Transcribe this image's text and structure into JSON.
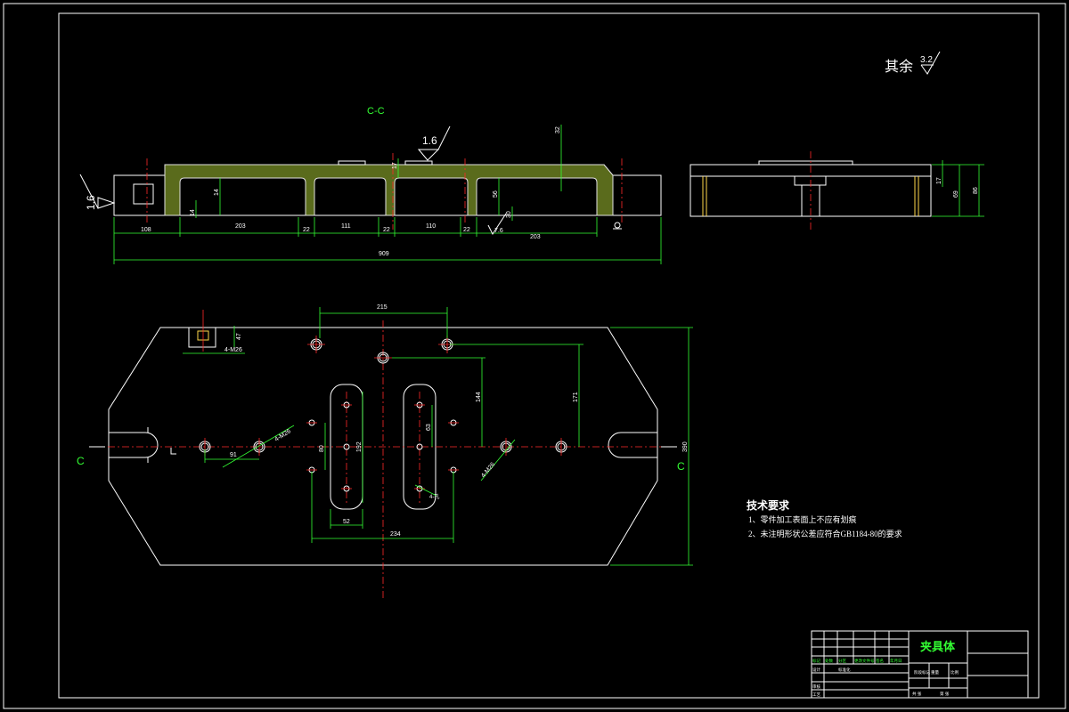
{
  "roughness_note": {
    "label": "其余",
    "value": "3.2"
  },
  "section_view": {
    "title": "C-C",
    "roughness_top": "1.6",
    "roughness_left": "1.6",
    "dims": {
      "d108": "108",
      "d203a": "203",
      "d22a": "22",
      "d111": "111",
      "d22b": "22",
      "d110": "110",
      "d22c": "22",
      "d203b": "203",
      "total": "909",
      "h32": "32",
      "h14": "14",
      "h56": "56",
      "h14b": "14",
      "h30": "30",
      "h17": "17",
      "rough_bottom": "7.6"
    }
  },
  "side_view": {
    "dims": {
      "h17": "17",
      "h69": "69",
      "h86": "86"
    }
  },
  "plan_view": {
    "section_mark_left": "C",
    "section_mark_right": "C",
    "dims": {
      "d215": "215",
      "d47": "47",
      "thread_top": "4-M26",
      "d171": "171",
      "d144": "144",
      "d390": "390",
      "d91": "91",
      "thread_left": "4-M26",
      "d80": "80",
      "d192": "192",
      "d63": "63",
      "d52": "52",
      "d234": "234",
      "thread_right": "4-M26",
      "hole_note": "4-孔"
    }
  },
  "technical_requirements": {
    "title": "技术要求",
    "items": [
      "1、零件加工表面上不应有划痕",
      "2、未注明形状公差应符合GB1184-80的要求"
    ]
  },
  "title_block": {
    "part_name": "夹具体",
    "small_labels": [
      "标记",
      "处数",
      "分区",
      "更改文件号",
      "签名",
      "年月日",
      "设计",
      "标准化",
      "审核",
      "工艺",
      "阶段标记",
      "重量",
      "比例",
      "共 张",
      "第 张"
    ]
  },
  "colors": {
    "background": "#000000",
    "outline": "#ffffff",
    "dimension": "#33ff33",
    "centerline": "#ff2a2a",
    "hatch": "#5a6b1c"
  }
}
